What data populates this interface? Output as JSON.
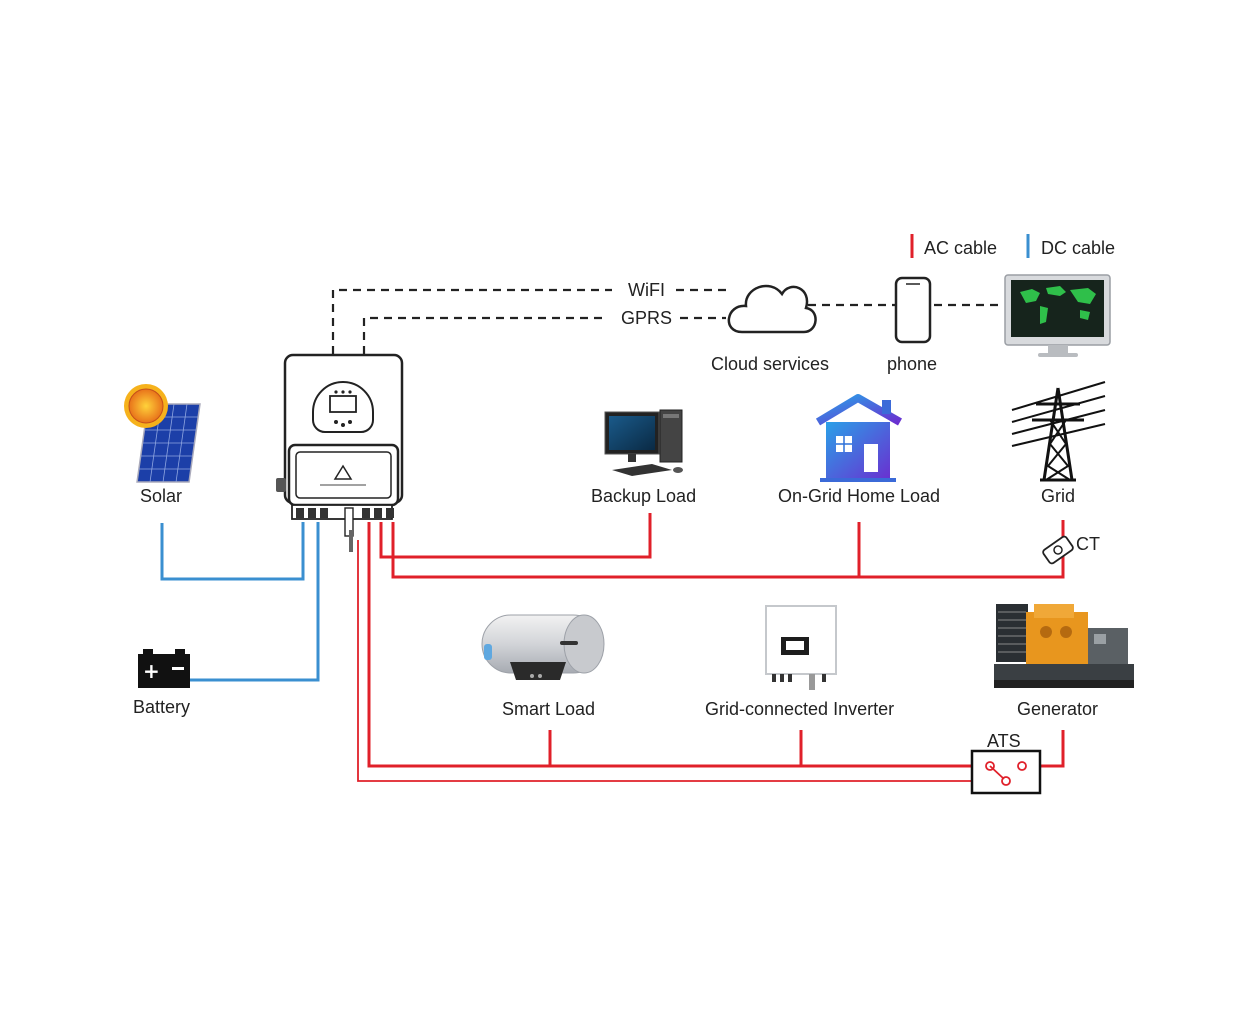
{
  "legend": {
    "ac_label": "AC cable",
    "dc_label": "DC cable",
    "ac_color": "#e0202a",
    "dc_color": "#3a8fd0"
  },
  "comms": {
    "wifi_label": "WiFI",
    "gprs_label": "GPRS"
  },
  "nodes": {
    "cloud": {
      "label": "Cloud services",
      "icon": "cloud-icon"
    },
    "phone": {
      "label": "phone",
      "icon": "phone-icon"
    },
    "monitor": {
      "icon": "monitor-world-map-icon"
    },
    "solar": {
      "label": "Solar",
      "icon": "solar-panel-icon"
    },
    "battery": {
      "label": "Battery",
      "icon": "battery-icon"
    },
    "backup_load": {
      "label": "Backup Load",
      "icon": "desktop-computer-icon"
    },
    "home_load": {
      "label": "On-Grid Home Load",
      "icon": "house-icon"
    },
    "grid": {
      "label": "Grid",
      "icon": "transmission-tower-icon"
    },
    "ct": {
      "label": "CT",
      "icon": "current-transformer-icon"
    },
    "smart_load": {
      "label": "Smart Load",
      "icon": "water-heater-icon"
    },
    "grid_inverter": {
      "label": "Grid-connected Inverter",
      "icon": "inverter-icon"
    },
    "generator": {
      "label": "Generator",
      "icon": "generator-icon"
    },
    "ats": {
      "label": "ATS",
      "icon": "ats-switch-icon"
    },
    "hybrid_inverter": {
      "icon": "hybrid-inverter-icon"
    }
  }
}
